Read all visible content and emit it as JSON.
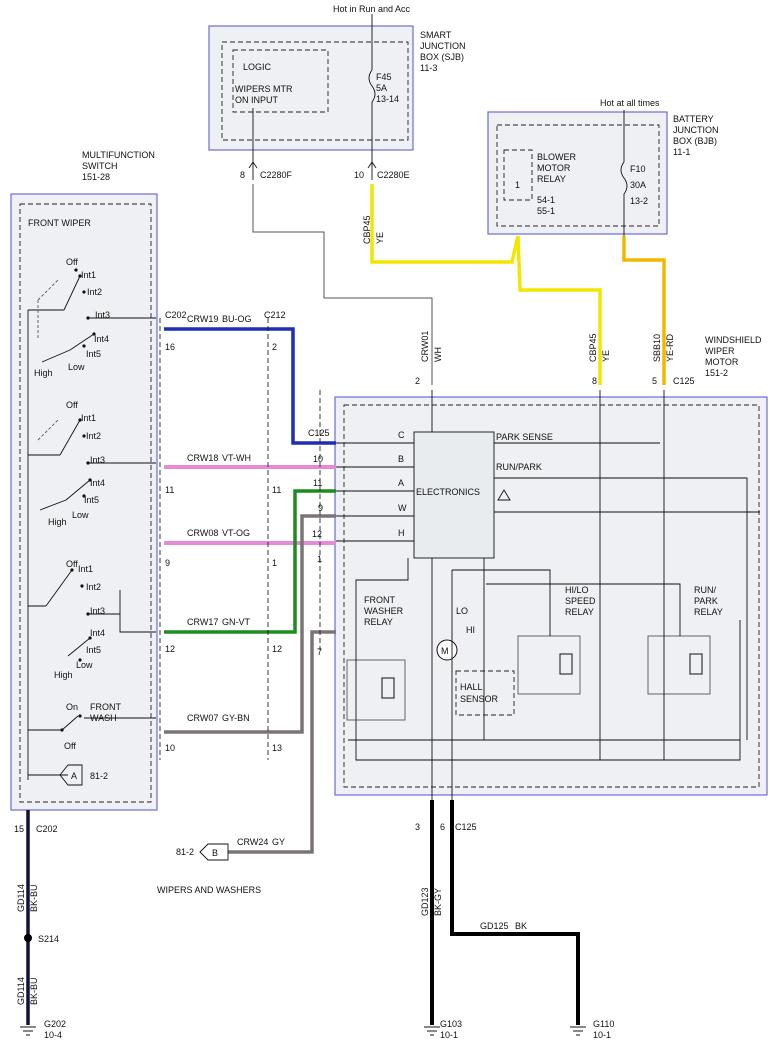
{
  "title": "WIPERS AND WASHERS",
  "sjb": {
    "header": "Hot in Run and Acc",
    "title1": "SMART",
    "title2": "JUNCTION",
    "title3": "BOX (SJB)",
    "ref": "11-3",
    "logic": "LOGIC",
    "wipers1": "WIPERS MTR",
    "wipers2": "ON INPUT",
    "fuse": "F45",
    "amp": "5A",
    "fref": "13-14",
    "pin_left": "8",
    "conn_left": "C2280F",
    "pin_right": "10",
    "conn_right": "C2280E"
  },
  "bjb": {
    "header": "Hot at all times",
    "title1": "BATTERY",
    "title2": "JUNCTION",
    "title3": "BOX (BJB)",
    "ref": "11-1",
    "relay1": "BLOWER",
    "relay2": "MOTOR",
    "relay3": "RELAY",
    "relay_ref1": "54-1",
    "relay_ref2": "55-1",
    "relay_num": "1",
    "fuse": "F10",
    "amp": "30A",
    "fref": "13-2"
  },
  "mfs": {
    "title1": "MULTIFUNCTION",
    "title2": "SWITCH",
    "ref": "151-28",
    "section": "FRONT WIPER",
    "off": "Off",
    "int1": "Int1",
    "int2": "Int2",
    "int3": "Int3",
    "int4": "Int4",
    "int5": "Int5",
    "high": "High",
    "low": "Low",
    "on": "On",
    "front": "FRONT",
    "wash": "WASH",
    "ground_ref": "81-2",
    "ground_letter": "A"
  },
  "motor": {
    "title1": "WINDSHIELD",
    "title2": "WIPER",
    "title3": "MOTOR",
    "ref": "151-2",
    "conn": "C125",
    "park_sense": "PARK SENSE",
    "run_park": "RUN/PARK",
    "electronics": "ELECTRONICS",
    "front_washer1": "FRONT",
    "front_washer2": "WASHER",
    "front_washer3": "RELAY",
    "hilo1": "HI/LO",
    "hilo2": "SPEED",
    "hilo3": "RELAY",
    "runpark1": "RUN/",
    "runpark2": "PARK",
    "runpark3": "RELAY",
    "lo": "LO",
    "hi": "HI",
    "hall1": "HALL",
    "hall2": "SENSOR",
    "pC": "C",
    "pB": "B",
    "pA": "A",
    "pW": "W",
    "pH": "H",
    "m": "M"
  },
  "wires": [
    {
      "name": "CRW19",
      "color": "BU-OG"
    },
    {
      "name": "CRW18",
      "color": "VT-WH"
    },
    {
      "name": "CRW08",
      "color": "VT-OG"
    },
    {
      "name": "CRW17",
      "color": "GN-VT"
    },
    {
      "name": "CRW07",
      "color": "GY-BN"
    },
    {
      "name": "CRW24",
      "color": "GY"
    },
    {
      "name": "CRW01",
      "color": "WH"
    },
    {
      "name": "CBP45",
      "color": "YE"
    },
    {
      "name": "SBB10",
      "color": "YE-RD"
    },
    {
      "name": "GD123",
      "color": "BK-GY"
    },
    {
      "name": "GD125",
      "color": "BK"
    },
    {
      "name": "GD114",
      "color": "BK-BU"
    }
  ],
  "connectors": {
    "c202": "C202",
    "c212": "C212",
    "c125": "C125",
    "s214": "S214"
  },
  "pins": {
    "p16": "16",
    "p2": "2",
    "p11": "11",
    "p9": "9",
    "p1": "1",
    "p12": "12",
    "p10": "10",
    "p13": "13",
    "p7": "7",
    "p8": "8",
    "p5": "5",
    "p3": "3",
    "p6": "6",
    "p15": "15"
  },
  "grounds": {
    "g202": "G202",
    "g202ref": "10-4",
    "g103": "G103",
    "g103ref": "10-1",
    "g110": "G110",
    "g110ref": "10-1"
  },
  "ref_812": "81-2",
  "ref_b": "B",
  "colors": {
    "blue": "#1c2db8",
    "pink": "#e48ad6",
    "green": "#1f8a1f",
    "gray": "#7a7574",
    "yellow": "#f2e600",
    "black": "#000000",
    "navy": "#10123a"
  }
}
